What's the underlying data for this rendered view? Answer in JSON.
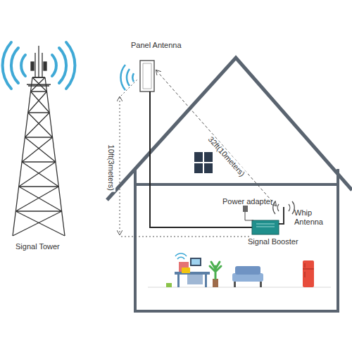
{
  "diagram": {
    "labels": [
      "Panel Antenna",
      "32ft(10meters)",
      "10ft(3meters)",
      "Power adapter",
      "Whip Antenna",
      "Signal Booster",
      "Signal Tower"
    ]
  }
}
